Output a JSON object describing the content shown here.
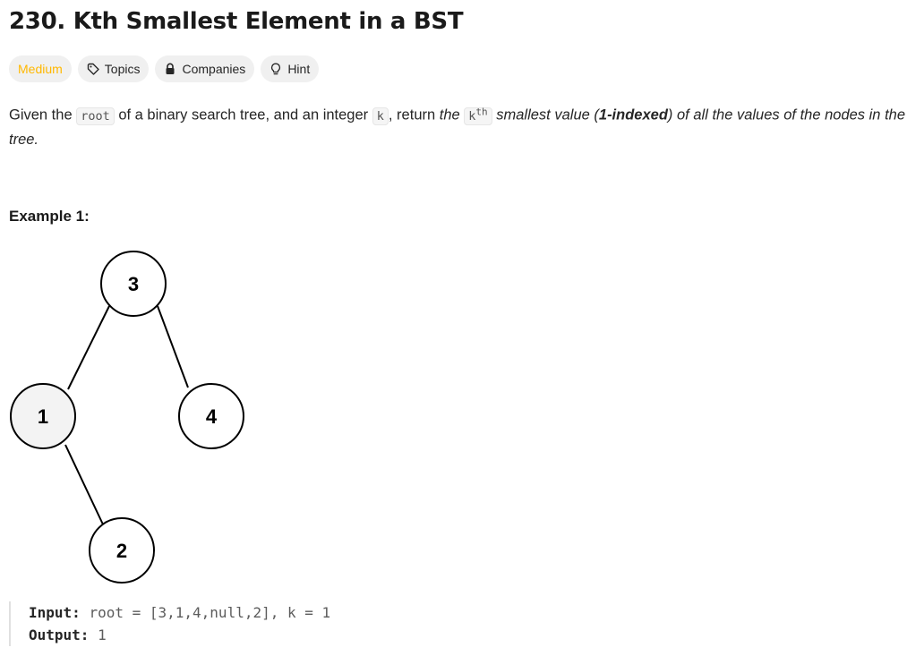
{
  "problem": {
    "title": "230. Kth Smallest Element in a BST",
    "difficulty": "Medium",
    "tags": {
      "topics": "Topics",
      "companies": "Companies",
      "hint": "Hint"
    },
    "description": {
      "part1": "Given the ",
      "code_root": "root",
      "part2": " of a binary search tree, and an integer ",
      "code_k": "k",
      "part3": ", return ",
      "italic1": "the ",
      "code_kth": "k",
      "sup_th": "th",
      "italic2": " smallest value (",
      "bold_indexed": "1-indexed",
      "italic3": ") of all the values of the nodes in the tree."
    }
  },
  "example": {
    "heading": "Example 1:",
    "tree_nodes": [
      {
        "label": "3",
        "highlighted": false
      },
      {
        "label": "1",
        "highlighted": true
      },
      {
        "label": "4",
        "highlighted": false
      },
      {
        "label": "2",
        "highlighted": false
      }
    ],
    "input_label": "Input:",
    "input_value": "root = [3,1,4,null,2], k = 1",
    "output_label": "Output:",
    "output_value": "1"
  },
  "colors": {
    "difficulty_medium": "#ffb800",
    "highlighted_node": "#f3f3f3"
  }
}
